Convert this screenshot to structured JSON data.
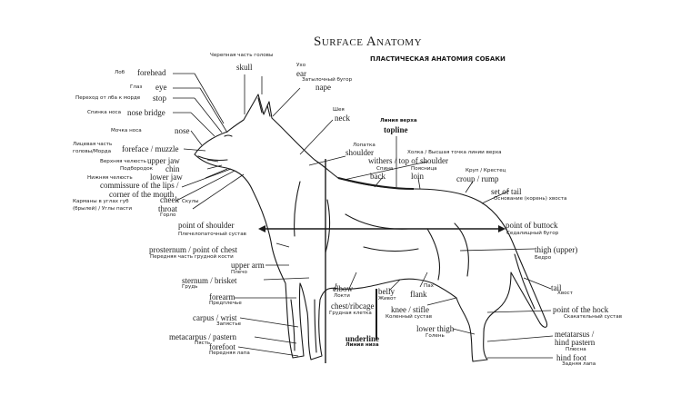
{
  "title": "Surface Anatomy",
  "subtitle": "ПЛАСТИЧЕСКАЯ АНАТОМИЯ СОБАКИ",
  "labels": {
    "skull": {
      "ru": "Черепная часть головы",
      "en": "skull"
    },
    "ear": {
      "ru": "Ухо",
      "en": "ear"
    },
    "nape": {
      "ru": "Затылочный бугор",
      "en": "nape"
    },
    "forehead": {
      "ru": "Лоб",
      "en": "forehead"
    },
    "eye": {
      "ru": "Глаз",
      "en": "eye"
    },
    "stop": {
      "ru": "Переход от лба к морде",
      "en": "stop"
    },
    "nose_bridge": {
      "ru": "Спинка носа",
      "en": "nose bridge"
    },
    "nose": {
      "ru": "Мочка носа",
      "en": "nose"
    },
    "foreface": {
      "ru1": "Лицевая часть",
      "ru2": "головы/Морда",
      "en": "foreface / muzzle"
    },
    "upper_jaw": {
      "ru": "Верхняя челюсть",
      "en": "upper jaw"
    },
    "chin": {
      "ru": "Подбородок",
      "en": "chin"
    },
    "lower_jaw": {
      "ru": "Нижняя челюсть",
      "en": "lower jaw"
    },
    "commissure": {
      "en1": "commissure of the lips /",
      "en2": "corner of the mouth",
      "ru1": "Карманы в углах губ",
      "ru2": "(брылей) / Углы пасти"
    },
    "cheek": {
      "en": "cheek",
      "ru": "Скулы"
    },
    "throat": {
      "en": "throat",
      "ru": "Горло"
    },
    "neck": {
      "ru": "Шея",
      "en": "neck"
    },
    "topline": {
      "ru": "Линия верха",
      "en": "topline"
    },
    "shoulder": {
      "ru": "Лопатка",
      "en": "shoulder"
    },
    "withers": {
      "ru": "Холка / Высшая точка линии верха",
      "en": "withers / top of shoulder"
    },
    "back": {
      "ru": "Спина",
      "en": "back"
    },
    "loin": {
      "ru": "Поясница",
      "en": "loin"
    },
    "croup": {
      "ru": "Круп / Крестец",
      "en": "croup / rump"
    },
    "set_of_tail": {
      "en": "set of tail",
      "ru": "Основание (корень) хвоста"
    },
    "point_of_shoulder": {
      "en": "point of shoulder",
      "ru": "Плечелопаточный сустав"
    },
    "point_of_buttock": {
      "en": "point of buttock",
      "ru": "Седалищный бугор"
    },
    "prosternum": {
      "en": "prosternum / point of chest",
      "ru": "Передняя часть грудной кости"
    },
    "upper_arm": {
      "en": "upper arm",
      "ru": "Плечо"
    },
    "thigh": {
      "en": "thigh (upper)",
      "ru": "Бедро"
    },
    "sternum": {
      "en": "sternum / brisket",
      "ru": "Грудь"
    },
    "tail": {
      "en": "tail",
      "ru": "Хвост"
    },
    "forearm": {
      "en": "forearm",
      "ru": "Предплечье"
    },
    "elbow": {
      "en": "elbow",
      "ru": "Локти"
    },
    "belly": {
      "en": "belly",
      "ru": "Живот"
    },
    "flank": {
      "ru": "Пах",
      "en": "flank"
    },
    "chest": {
      "en": "chest/ribcage",
      "ru": "Грудная клетка"
    },
    "knee": {
      "en": "knee / stifle",
      "ru": "Коленный сустав"
    },
    "point_of_hock": {
      "en": "point of the hock",
      "ru": "Скакательный сустав"
    },
    "carpus": {
      "en": "carpus / wrist",
      "ru": "Запястье"
    },
    "lower_thigh": {
      "en": "lower thigh",
      "ru": "Голень"
    },
    "metacarpus": {
      "en": "metacarpus / pastern",
      "ru": "Пясть"
    },
    "underline": {
      "en": "underline",
      "ru": "Линия низа"
    },
    "metatarsus": {
      "en1": "metatarsus /",
      "en2": "hind pastern",
      "ru": "Плюсна"
    },
    "forefoot": {
      "en": "forefoot",
      "ru": "Передняя лапа"
    },
    "hind_foot": {
      "en": "hind foot",
      "ru": "Задняя лапа"
    }
  },
  "colors": {
    "ink": "#1a1a1a",
    "background": "#ffffff"
  }
}
